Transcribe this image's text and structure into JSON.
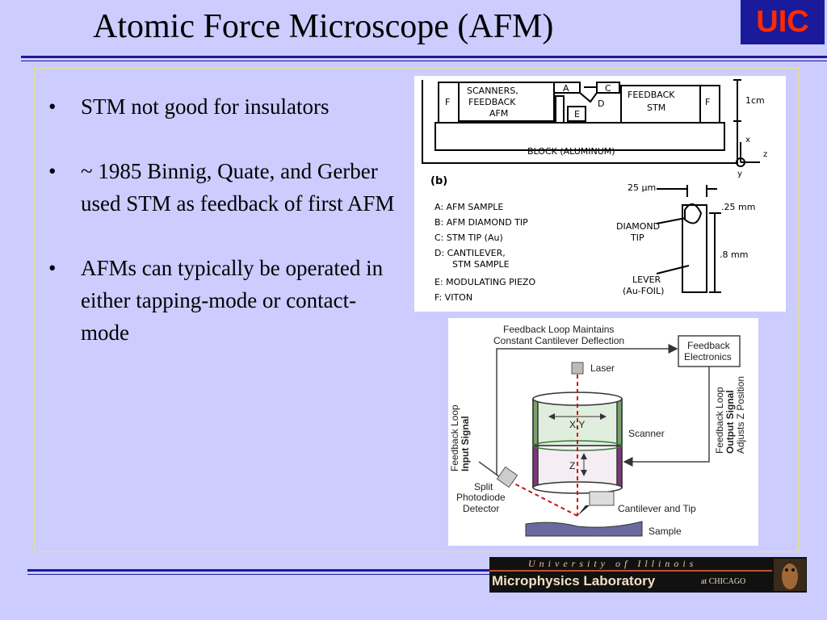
{
  "title": "Atomic Force Microscope (AFM)",
  "logo": "UIC",
  "bullets": [
    "STM not good for insulators",
    "~ 1985 Binnig, Quate, and Gerber used STM as feedback of first AFM",
    "AFMs can typically be operated in either tapping-mode or contact-mode"
  ],
  "fig_top": {
    "scanners": "SCANNERS,",
    "feedback": "FEEDBACK",
    "afm": "AFM",
    "feedback_r": "FEEDBACK",
    "stm": "STM",
    "f_left": "F",
    "f_right": "F",
    "a": "A",
    "c": "C",
    "d": "D",
    "e": "E",
    "block": "BLOCK (ALUMINUM)",
    "cm": "1cm",
    "x": "x",
    "z": "z",
    "y": "y",
    "b_label": "(b)",
    "legend": [
      "A: AFM SAMPLE",
      "B: AFM DIAMOND TIP",
      "C: STM TIP (Au)",
      "D: CANTILEVER,",
      "STM SAMPLE",
      "E: MODULATING PIEZO",
      "F: VITON"
    ],
    "um25": "25 μm",
    "mm25": ".25 mm",
    "diamond": "DIAMOND",
    "tip": "TIP",
    "mm8": ".8 mm",
    "lever": "LEVER",
    "aufoil": "(Au-FOIL)"
  },
  "fig_bottom": {
    "loop_top1": "Feedback Loop Maintains",
    "loop_top2": "Constant Cantilever Deflection",
    "electronics1": "Feedback",
    "electronics2": "Electronics",
    "laser": "Laser",
    "xy": "X,Y",
    "scanner": "Scanner",
    "z": "Z",
    "left1": "Feedback Loop",
    "left2": "Input Signal",
    "right1": "Feedback Loop",
    "right2": "Output Signal",
    "right3": "Adjusts Z Position",
    "split": "Split",
    "photodiode": "Photodiode",
    "detector": "Detector",
    "cantilever": "Cantilever and Tip",
    "sample": "Sample"
  },
  "footer": {
    "university": "U n i v e r s i t y   o f   I l l i n o i s",
    "lab": "Microphysics Laboratory",
    "at": "at CHICAGO"
  }
}
